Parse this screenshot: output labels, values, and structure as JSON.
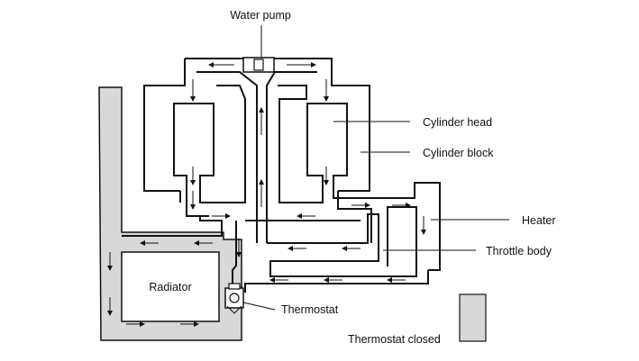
{
  "labels": {
    "water_pump": "Water pump",
    "cylinder_head": "Cylinder head",
    "cylinder_block": "Cylinder block",
    "heater": "Heater",
    "throttle_body": "Throttle body",
    "radiator": "Radiator",
    "thermostat": "Thermostat",
    "thermostat_closed": "Thermostat closed"
  },
  "colors": {
    "line": "#111111",
    "radiator_fill": "#d8d8d8",
    "legend_fill": "#d8d8d8"
  }
}
